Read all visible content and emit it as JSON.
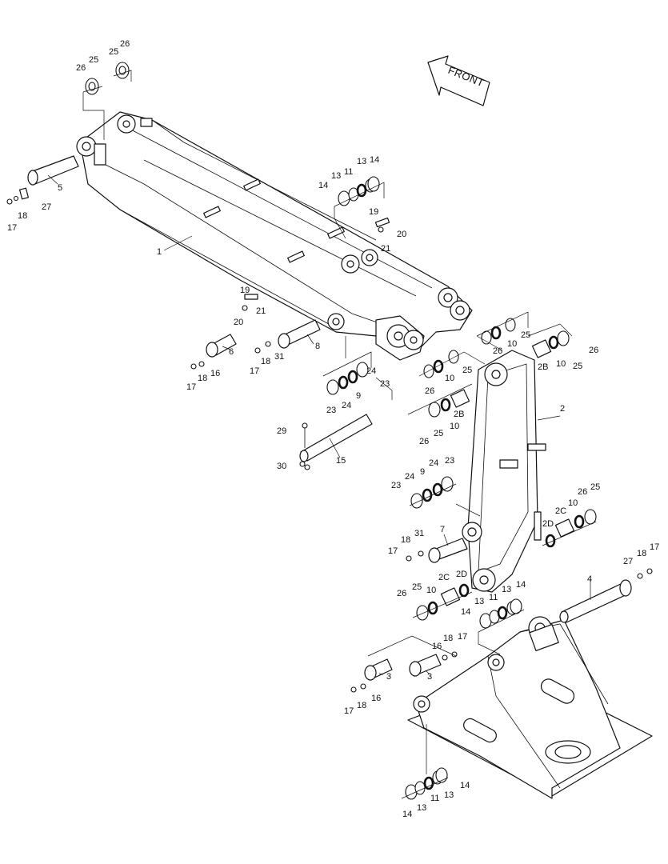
{
  "diagram": {
    "front_label": "FRONT",
    "callouts": [
      "26",
      "25",
      "25",
      "26",
      "5",
      "17",
      "18",
      "27",
      "1",
      "13",
      "11",
      "13",
      "14",
      "14",
      "19",
      "20",
      "21",
      "19",
      "20",
      "21",
      "6",
      "8",
      "17",
      "18",
      "16",
      "17",
      "18",
      "31",
      "23",
      "24",
      "9",
      "24",
      "23",
      "25",
      "10",
      "26",
      "26",
      "10",
      "25",
      "2B",
      "10",
      "25",
      "26",
      "2",
      "25",
      "26",
      "10",
      "2B",
      "29",
      "15",
      "30",
      "23",
      "24",
      "9",
      "24",
      "23",
      "7",
      "18",
      "17",
      "31",
      "26",
      "25",
      "10",
      "2C",
      "2D",
      "2D",
      "2C",
      "10",
      "26",
      "25",
      "4",
      "27",
      "18",
      "17",
      "13",
      "11",
      "13",
      "14",
      "14",
      "16",
      "18",
      "17",
      "3",
      "3",
      "17",
      "18",
      "16",
      "14",
      "13",
      "11",
      "13",
      "14"
    ]
  }
}
